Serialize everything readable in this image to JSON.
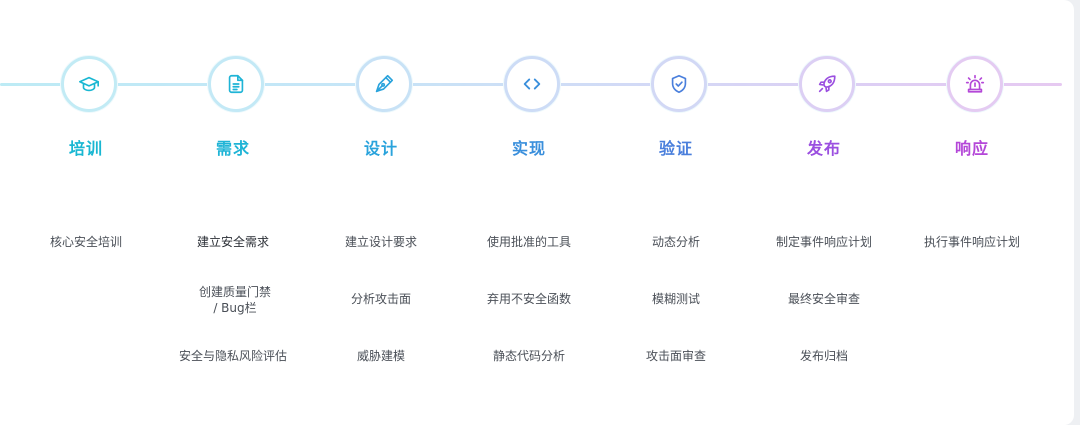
{
  "stages": [
    {
      "title": "培训",
      "color": "#19b7d2",
      "ring": "#c2ebf5",
      "icon": "graduation-cap-icon",
      "tasks": [
        "核心安全培训"
      ]
    },
    {
      "title": "需求",
      "color": "#1fb4d6",
      "ring": "#c3e9f6",
      "icon": "document-icon",
      "tasks": [
        "建立安全需求",
        "创建质量门禁 / Bug栏",
        "安全与隐私风险评估"
      ]
    },
    {
      "title": "设计",
      "color": "#2aa3dc",
      "ring": "#c8e2f6",
      "icon": "pen-nib-icon",
      "tasks": [
        "建立设计要求",
        "分析攻击面",
        "威胁建模"
      ]
    },
    {
      "title": "实现",
      "color": "#3a8fdc",
      "ring": "#cddcf6",
      "icon": "code-brackets-icon",
      "tasks": [
        "使用批准的工具",
        "弃用不安全函数",
        "静态代码分析"
      ]
    },
    {
      "title": "验证",
      "color": "#4a7fdc",
      "ring": "#d2d8f5",
      "icon": "shield-check-icon",
      "tasks": [
        "动态分析",
        "模糊测试",
        "攻击面审查"
      ]
    },
    {
      "title": "发布",
      "color": "#9b4fe0",
      "ring": "#dccff4",
      "icon": "rocket-icon",
      "tasks": [
        "制定事件响应计划",
        "最终安全审查",
        "发布归档"
      ]
    },
    {
      "title": "响应",
      "color": "#b447d8",
      "ring": "#e4cbf2",
      "icon": "alarm-siren-icon",
      "tasks": [
        "执行事件响应计划"
      ]
    }
  ]
}
